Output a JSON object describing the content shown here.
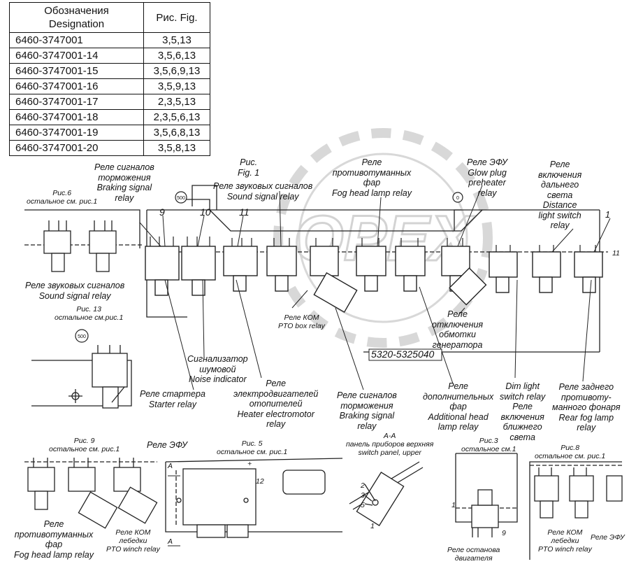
{
  "table": {
    "header": {
      "designation": "Обозначения\nDesignation",
      "figures": "Рис. Fig."
    },
    "rows": [
      {
        "designation": "6460-3747001",
        "figures": "3,5,13"
      },
      {
        "designation": "6460-3747001-14",
        "figures": "3,5,6,13"
      },
      {
        "designation": "6460-3747001-15",
        "figures": "3,5,6,9,13"
      },
      {
        "designation": "6460-3747001-16",
        "figures": "3,5,9,13"
      },
      {
        "designation": "6460-3747001-17",
        "figures": "2,3,5,13"
      },
      {
        "designation": "6460-3747001-18",
        "figures": "2,3,5,6,13"
      },
      {
        "designation": "6460-3747001-19",
        "figures": "3,5,6,8,13"
      },
      {
        "designation": "6460-3747001-20",
        "figures": "3,5,8,13"
      }
    ]
  },
  "labels": {
    "fig1": "Рис.\nFig. 1",
    "braking_top": "Реле сигналов\nторможения\nBraking signal\nrelay",
    "fig6": "Рис.6\nостальное см. рис.1",
    "sound_top": "Реле звуковых сигналов\nSound signal relay",
    "fog_top": "Реле\nпротивотуманных\nфар\nFog head lamp relay",
    "glow": "Реле ЭФУ\nGlow plug\npreheater\nrelay",
    "distance": "Реле\nвключения\nдальнего\nсвета\nDistance\nlight switch\nrelay",
    "sound_left": "Реле звуковых сигналов\nSound signal relay",
    "fig13": "Рис. 13\nостальное см.рис.1",
    "pto_box": "Реле КОМ\nPTO box relay",
    "gen_off": "Реле\nотключения\nобмотки\nгенератора",
    "part_no": "5320-5325040",
    "noise": "Сигнализатор\nшумовой\nNoise indicator",
    "starter": "Реле стартера\nStarter relay",
    "heater": "Реле\nэлектродвигателей\nотопителей\nHeater electromotor\nrelay",
    "braking_bottom": "Реле сигналов\nторможения\nBraking signal\nrelay",
    "additional": "Реле\nдополнительных\nфар\nAdditional head\nlamp relay",
    "dim": "Dim light\nswitch relay\nРеле\nвключения\nближнего\nсвета",
    "rear_fog": "Реле заднего\nпротивоту-\nманного фонаря\nRear fog lamp\nrelay",
    "fig9": "Рис. 9\nостальное см. рис.1",
    "efu_bottom": "Реле ЭФУ",
    "fig5": "Рис. 5\nостальное см. рис.1",
    "section_aa": "А-А\nпанель приборов верхняя\nswitch panel, upper",
    "fig3": "Рис.3\nостальное см.1",
    "fig8": "Рис.8\nостальное см. рис.1",
    "fog_bottom": "Реле\nпротивотуманных\nфар\nFog head lamp relay",
    "pto_winch_1": "Реле КОМ\nлебедки\nPTO winch relay",
    "engine_stop": "Реле останова\nдвигателя",
    "pto_winch_2": "Реле КОМ\nлебедки\nPTO winch relay",
    "efu_right": "Реле ЭФУ",
    "n9": "9",
    "n10": "10",
    "n11": "11",
    "n1": "1",
    "n11b": "11",
    "n12": "12",
    "n2": "2",
    "n3": "3",
    "n5": "5",
    "n1b": "1",
    "n1c": "1",
    "n9b": "9",
    "a_top": "А",
    "a_bottom": "А",
    "plus": "+",
    "tag500a": "500",
    "tag500b": "500",
    "tag0": "0",
    "watermark": "OPEX"
  }
}
